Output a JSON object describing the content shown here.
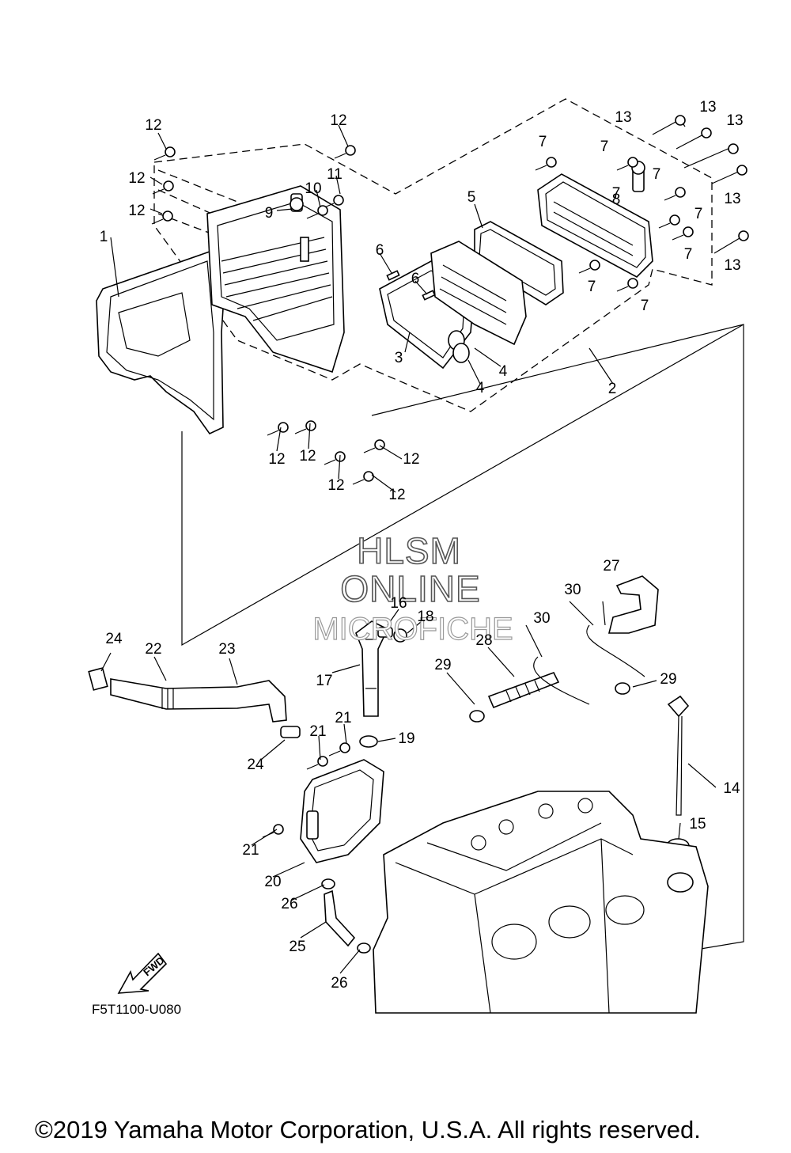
{
  "figure_code": "F5T1100-U080",
  "copyright": "©2019 Yamaha Motor Corporation, U.S.A. All rights reserved.",
  "watermark": [
    "HLSM",
    "ONLINE",
    "MICROFICHE"
  ],
  "fwd_label": "FWD",
  "callouts": [
    {
      "n": "12"
    },
    {
      "n": "12"
    },
    {
      "n": "12"
    },
    {
      "n": "12"
    },
    {
      "n": "11"
    },
    {
      "n": "10"
    },
    {
      "n": "9"
    },
    {
      "n": "1"
    },
    {
      "n": "12"
    },
    {
      "n": "12"
    },
    {
      "n": "12"
    },
    {
      "n": "12"
    },
    {
      "n": "12"
    },
    {
      "n": "6"
    },
    {
      "n": "6"
    },
    {
      "n": "5"
    },
    {
      "n": "3"
    },
    {
      "n": "4"
    },
    {
      "n": "4"
    },
    {
      "n": "2"
    },
    {
      "n": "13"
    },
    {
      "n": "13"
    },
    {
      "n": "13"
    },
    {
      "n": "13"
    },
    {
      "n": "13"
    },
    {
      "n": "7"
    },
    {
      "n": "7"
    },
    {
      "n": "7"
    },
    {
      "n": "7"
    },
    {
      "n": "7"
    },
    {
      "n": "7"
    },
    {
      "n": "7"
    },
    {
      "n": "7"
    },
    {
      "n": "8"
    },
    {
      "n": "27"
    },
    {
      "n": "30"
    },
    {
      "n": "30"
    },
    {
      "n": "28"
    },
    {
      "n": "29"
    },
    {
      "n": "29"
    },
    {
      "n": "16"
    },
    {
      "n": "18"
    },
    {
      "n": "24"
    },
    {
      "n": "22"
    },
    {
      "n": "23"
    },
    {
      "n": "17"
    },
    {
      "n": "21"
    },
    {
      "n": "19"
    },
    {
      "n": "21"
    },
    {
      "n": "24"
    },
    {
      "n": "21"
    },
    {
      "n": "20"
    },
    {
      "n": "26"
    },
    {
      "n": "25"
    },
    {
      "n": "26"
    },
    {
      "n": "14"
    },
    {
      "n": "15"
    }
  ]
}
